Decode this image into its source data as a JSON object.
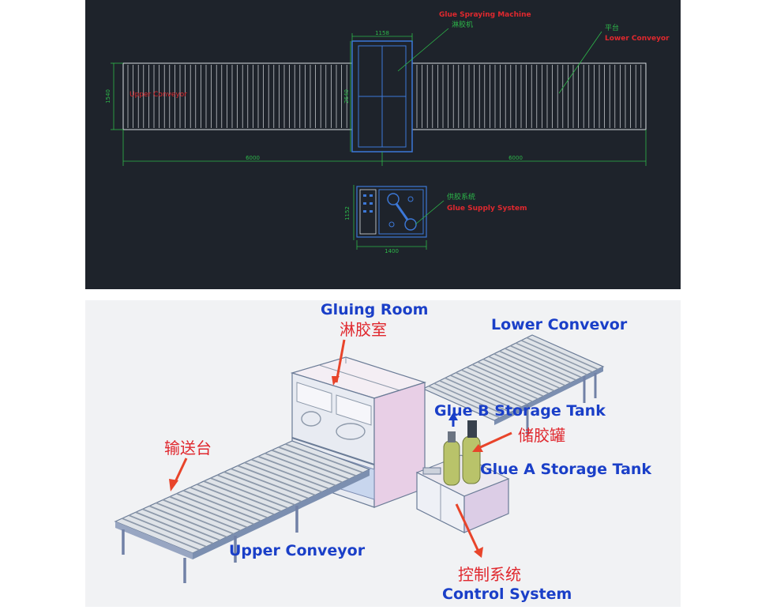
{
  "cad": {
    "labels": {
      "glue_spraying_machine_en": "Glue Spraying Machine",
      "glue_spraying_machine_cn": "淋胶机",
      "platform_cn": "平台",
      "lower_conveyor_en": "Lower Conveyor",
      "upper_conveyor_en": "Upper Conveyor",
      "supply_cn": "供胶系统",
      "supply_en": "Glue Supply System"
    },
    "dims": {
      "machine_width": "1158",
      "machine_height": "2640",
      "conveyor_height": "1540",
      "left_length": "6000",
      "right_length": "6000",
      "supply_height": "1152",
      "supply_width": "1400"
    }
  },
  "render": {
    "labels": {
      "gluing_room_en": "Gluing Room",
      "gluing_room_cn": "淋胶室",
      "lower_conveyor_en": "Lower Convevor",
      "conveyor_cn": "输送台",
      "glue_b_en": "Glue B Storage Tank",
      "storage_cn": "储胶罐",
      "glue_a_en": "Glue A Storage Tank",
      "upper_conveyor_en": "Upper Conveyor",
      "control_cn": "控制系统",
      "control_en": "Control System"
    }
  },
  "colors": {
    "cad_bg": "#1e232b",
    "cad_line": "#d8dce0",
    "cad_dim": "#2db84a",
    "cad_machine": "#3c78d8",
    "label_red": "#e0282e",
    "label_blue": "#1a3fc8",
    "arrow_red": "#e8442a"
  }
}
